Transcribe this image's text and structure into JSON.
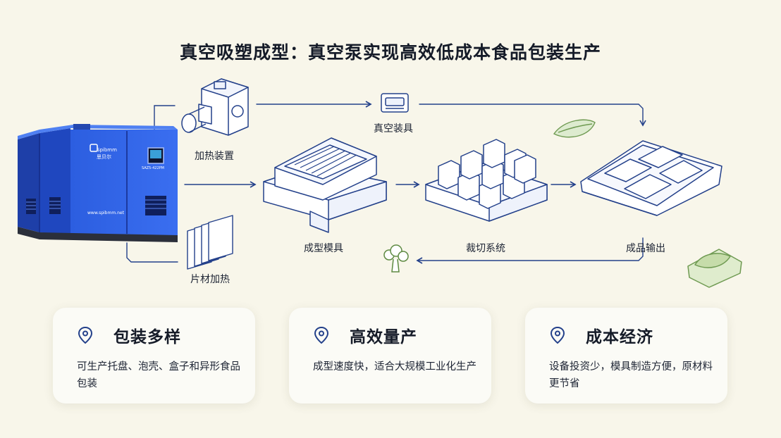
{
  "title": "真空吸塑成型：真空泵实现高效低成本食品包装生产",
  "compressor": {
    "brand_en": "Spibmm",
    "brand_cn": "思贝尔",
    "model": "SAZ5-422PM",
    "url": "www.spibmm.net"
  },
  "labels": {
    "heater": "加热装置",
    "vacuum_fixture": "真空装具",
    "mold": "成型模具",
    "cutting": "裁切系统",
    "output": "成品输出",
    "sheet_heating": "片材加热"
  },
  "cards": [
    {
      "title": "包装多样",
      "desc": "可生产托盘、泡壳、盒子和异形食品包装"
    },
    {
      "title": "高效量产",
      "desc": "成型速度快，适合大规模工业化生产"
    },
    {
      "title": "成本经济",
      "desc": "设备投资少，模具制造方便，原材料更节省"
    }
  ],
  "colors": {
    "line": "#23408a",
    "compressor": "#2a55d6",
    "leaf": "#6f9a52"
  }
}
